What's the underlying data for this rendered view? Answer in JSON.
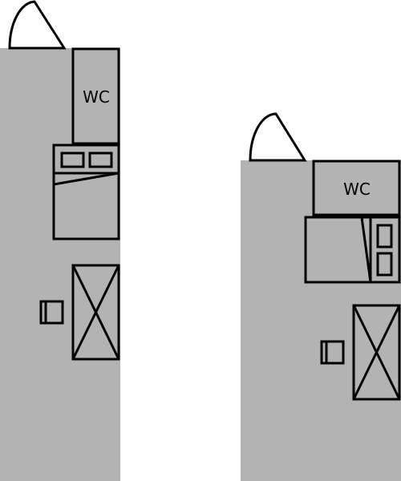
{
  "colors": {
    "floor": "#b3b3b3",
    "line": "#000000",
    "background": "#ffffff"
  },
  "rooms": [
    {
      "wc_label": "WC",
      "items": [
        "door-swing-icon",
        "wc-box",
        "bed-icon",
        "cabinet-icon",
        "chair-icon"
      ]
    },
    {
      "wc_label": "WC",
      "items": [
        "door-swing-icon",
        "wc-box",
        "bed-icon",
        "cabinet-icon",
        "chair-icon"
      ]
    }
  ]
}
